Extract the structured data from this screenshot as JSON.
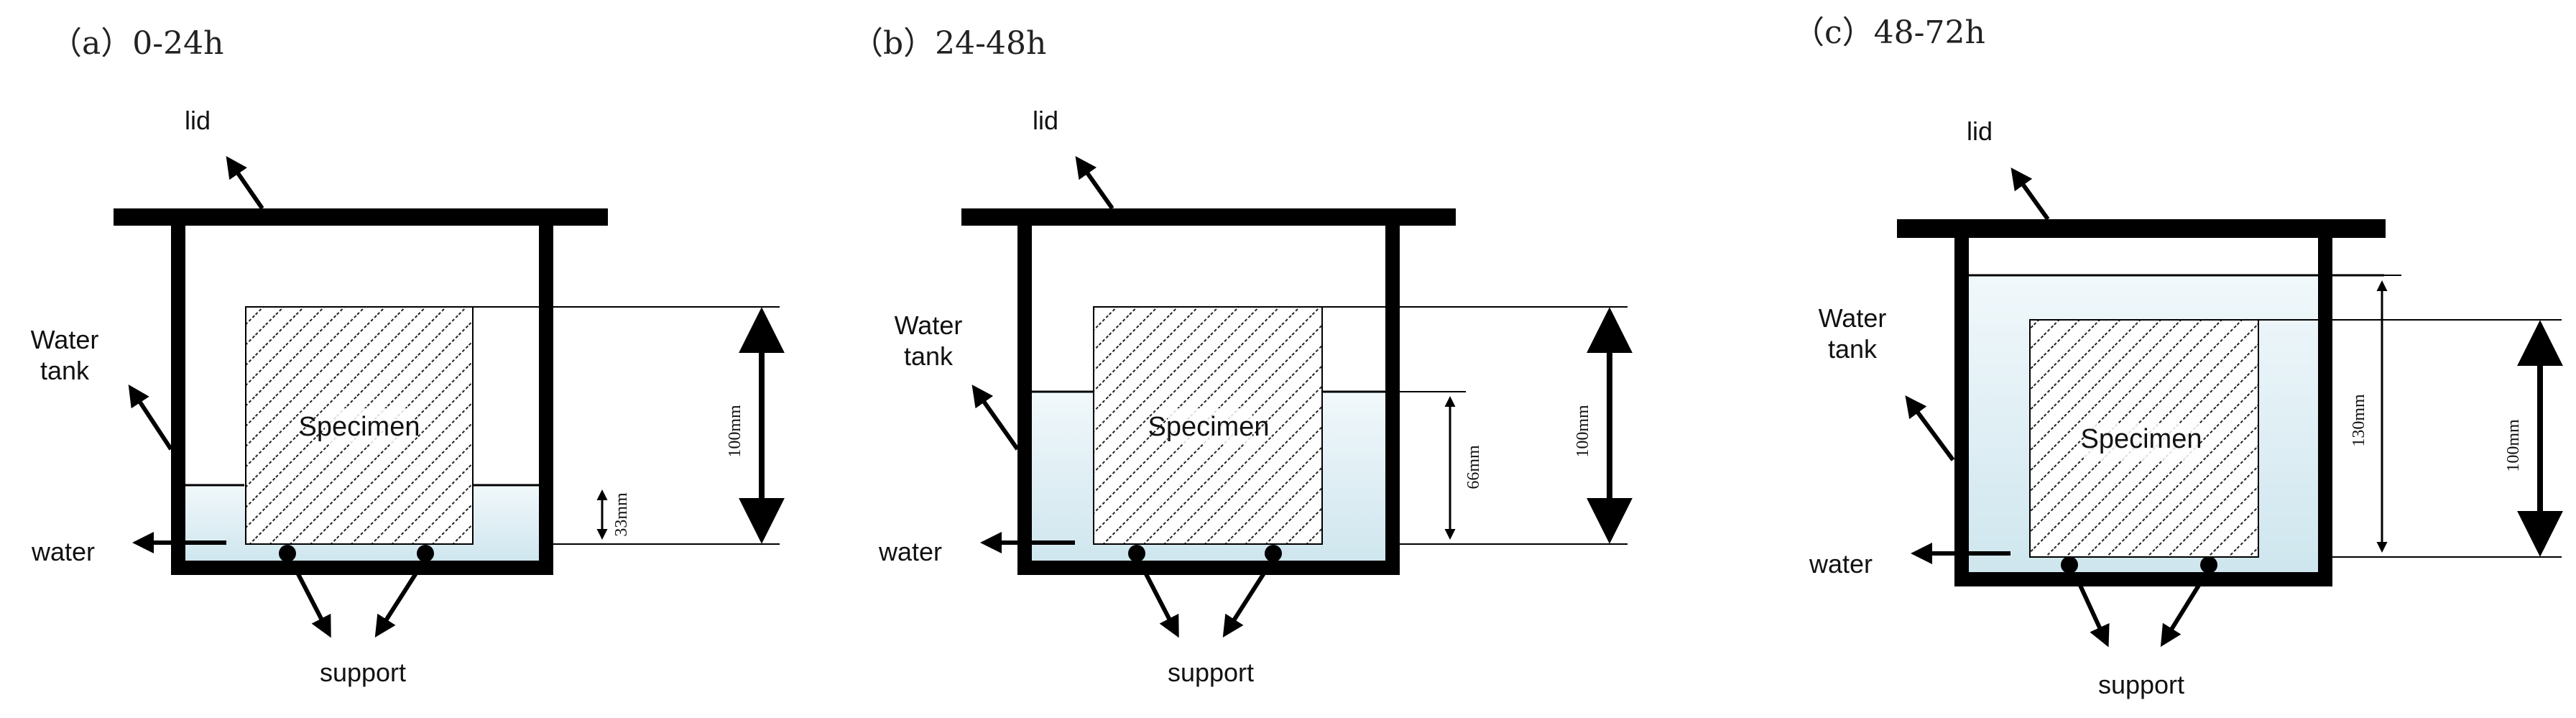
{
  "panels": [
    {
      "heading": "（a）0-24h",
      "labels": {
        "lid": "lid",
        "tank": [
          "Water",
          "tank"
        ],
        "water": "water",
        "support": "support",
        "specimen": "Specimen"
      },
      "dims": [
        {
          "text": "100mm"
        },
        {
          "text": "33mm"
        }
      ],
      "water_depth_mm": 33
    },
    {
      "heading": "（b）24-48h",
      "labels": {
        "lid": "lid",
        "tank": [
          "Water",
          "tank"
        ],
        "water": "water",
        "support": "support",
        "specimen": "Specimen"
      },
      "dims": [
        {
          "text": "100mm"
        },
        {
          "text": "66mm"
        }
      ],
      "water_depth_mm": 66
    },
    {
      "heading": "（c）48-72h",
      "labels": {
        "lid": "lid",
        "tank": [
          "Water",
          "tank"
        ],
        "water": "water",
        "support": "support",
        "specimen": "Specimen"
      },
      "dims": [
        {
          "text": "130mm"
        },
        {
          "text": "100mm"
        }
      ],
      "water_depth_mm": 130
    }
  ],
  "colors": {
    "water_top": "#f1f8fb",
    "water_bottom": "#cfe6ee",
    "line": "#000000",
    "hatch": "#222222"
  }
}
